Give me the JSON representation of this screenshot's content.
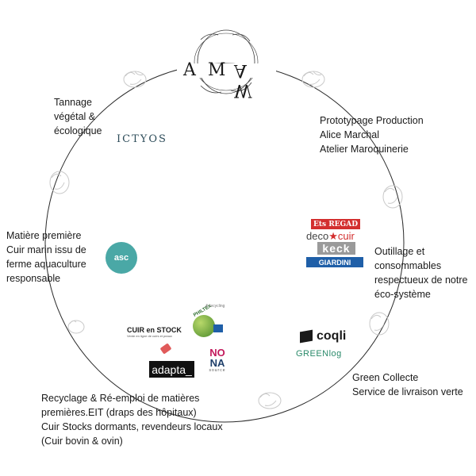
{
  "center": {
    "logo_left": "A M",
    "logo_right": "W A"
  },
  "stations": [
    {
      "id": "tannage",
      "lines": [
        "Tannage",
        "végétal &",
        "écologique"
      ],
      "logos": [
        "ICTYOS"
      ]
    },
    {
      "id": "prototypage",
      "lines": [
        "Prototypage  Production",
        "Alice Marchal",
        "Atelier Maroquinerie"
      ]
    },
    {
      "id": "matiere",
      "lines": [
        "Matière première",
        "Cuir marin issu de",
        "ferme aquaculture",
        "responsable"
      ],
      "logos": [
        "asc"
      ]
    },
    {
      "id": "outillage",
      "lines": [
        "Outillage et",
        "consommables",
        "respectueux de notre",
        "éco-système"
      ],
      "logos": [
        "Ets REGAD",
        "deco",
        "cuir",
        "keck",
        "GIARDINI"
      ]
    },
    {
      "id": "collecte",
      "lines": [
        "Green Collecte",
        "Service de livraison  verte"
      ],
      "logos": [
        "coqli",
        "GREENlog"
      ]
    },
    {
      "id": "recyclage",
      "lines": [
        "Recyclage & Ré-emploi de matières",
        "premières.EIT (draps des hôpitaux)",
        "Cuir Stocks dormants, revendeurs locaux",
        "(Cuir bovin & ovin)"
      ],
      "logos": [
        "CUIR en STOCK",
        "Vente en ligne de cuirs et peaux",
        "PHILTEX",
        "& recycling",
        "adapta_",
        "NO",
        "NA",
        "source"
      ]
    }
  ],
  "colors": {
    "ring": "#2a2a2a",
    "wreath": "#c9c9c9",
    "asc": "#4aa8a6",
    "ictyos": "#2e4d5a",
    "regad": "#d32f2f",
    "giardini": "#1f5fa8",
    "greenlog": "#2a8a6a"
  }
}
